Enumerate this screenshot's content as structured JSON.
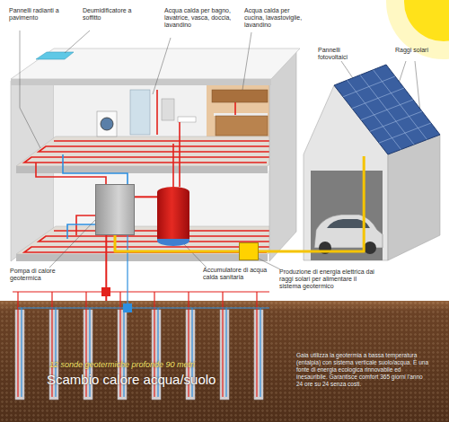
{
  "diagram": {
    "nodes": [
      {
        "text": [
          "Pannelli fotovoltaici"
        ]
      },
      {
        "text": [
          "Pompa di calore geotermica"
        ]
      },
      {
        "text": [
          "Accumulatore di acqua calda sanitaria"
        ]
      },
      {
        "text": [
          "Produzione di energia elettrica dai raggi solari per alimentare il sistema geotermico"
        ]
      },
      {
        "text": [
          "12 sonde geotermiche profonde 90 metri",
          "Scambio calore acqua/suolo",
          "Gaia utilizza la geotermia a bassa temperatura (entalpia) con sistema verticale suolo/acqua. È una fonte di energia ecologica rinnovabile ed inesauribile. Garantisce comfort 365 giorni l'anno 24 ore su 24 senza costi."
        ]
      }
    ],
    "edges": [
      {
        "from": 0,
        "to": 3,
        "arrow": "none"
      },
      {
        "from": 3,
        "to": 1,
        "arrow": "none"
      },
      {
        "from": 1,
        "to": 2,
        "arrow": "none"
      },
      {
        "from": 1,
        "to": 4,
        "arrow": "none"
      }
    ],
    "labels": [
      "Pannelli radianti a pavimento",
      "Deumidificatore a soffitto",
      "Acqua calda per bagno, lavatrice, vasca, doccia, lavandino",
      "Acqua calda per cucina, lavastoviglie, lavandino",
      "Raggi solari"
    ]
  }
}
